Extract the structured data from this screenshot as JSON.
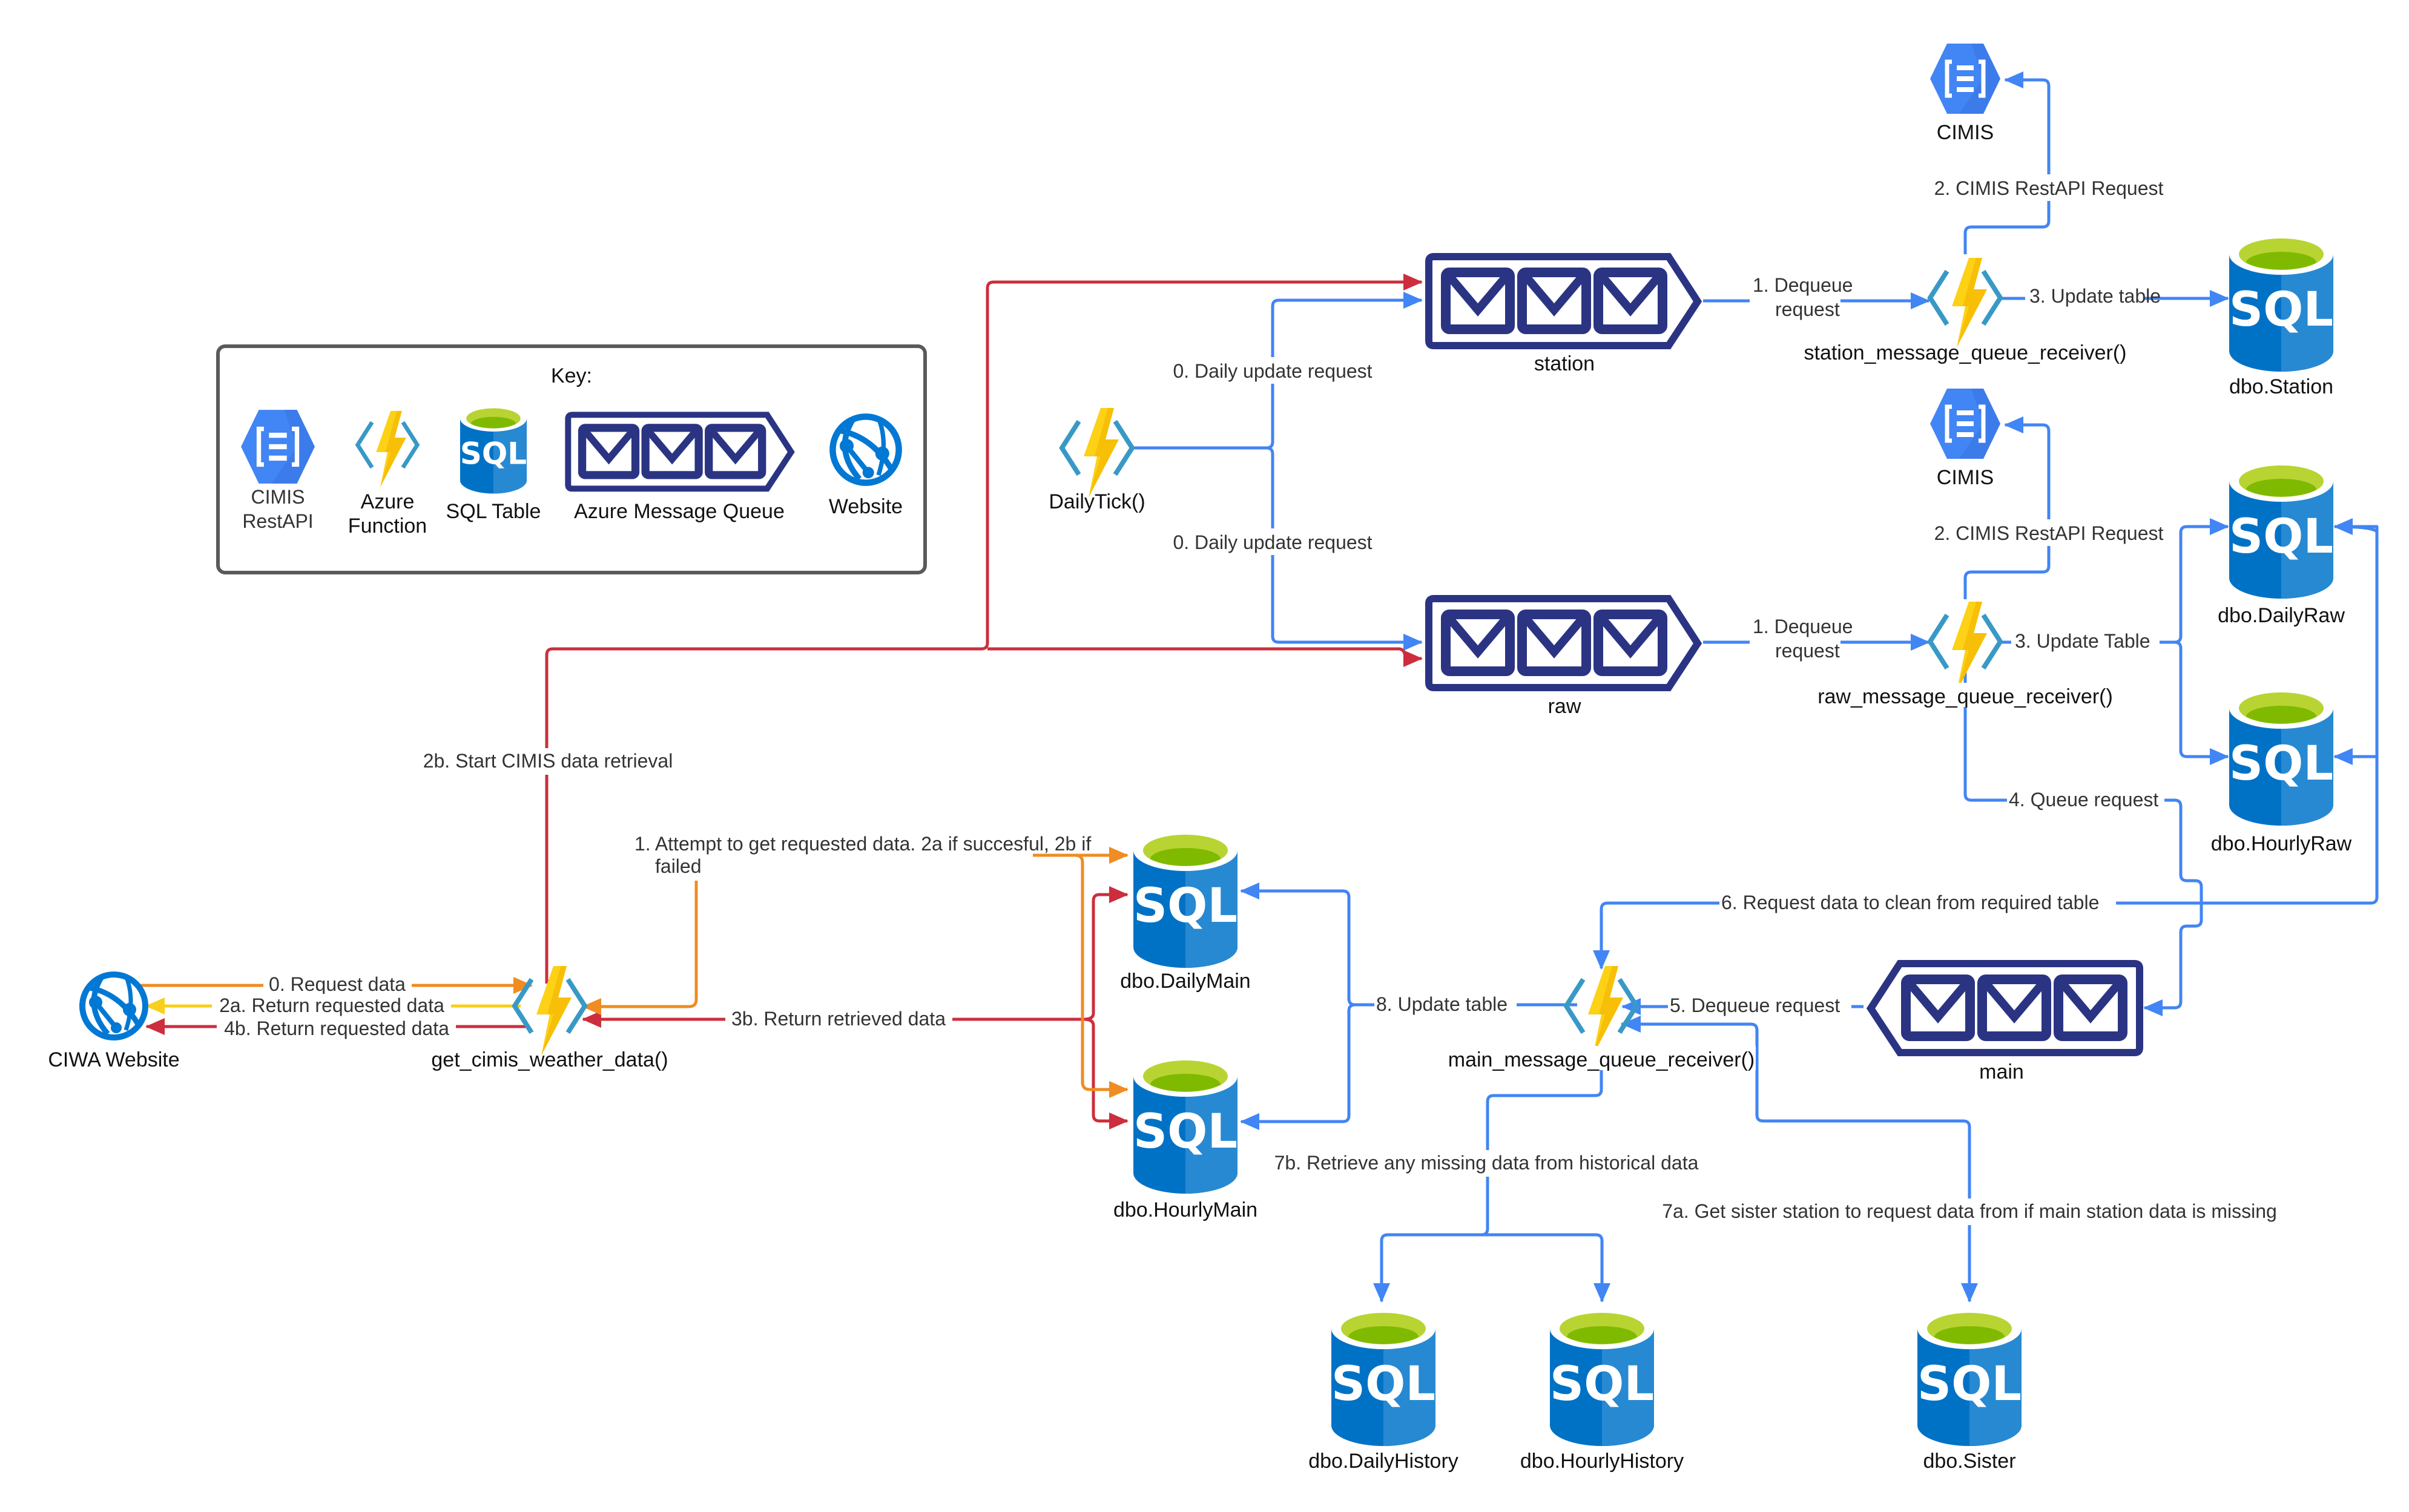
{
  "colors": {
    "blue_edge": "#4285f4",
    "red_edge": "#cc2e3d",
    "orange_edge": "#ef8c22",
    "yellow_edge": "#f8cf1b",
    "queue_navy": "#2b3483",
    "sql_blue_dark": "#0072c6",
    "sql_blue_light": "#2789d2",
    "sql_top_green": "#b8d432",
    "cimis_blue": "#4285f4",
    "func_bolt": "#fcd116",
    "func_bracket": "#3999c6",
    "website_blue": "#0078d4"
  },
  "key": {
    "title": "Key:",
    "items": [
      {
        "icon": "cimis-hexagon-icon",
        "label_lines": [
          "CIMIS",
          "RestAPI"
        ]
      },
      {
        "icon": "azure-function-icon",
        "label_lines": [
          "Azure",
          "Function"
        ]
      },
      {
        "icon": "sql-table-icon",
        "label_lines": [
          "SQL Table"
        ]
      },
      {
        "icon": "message-queue-icon",
        "label_lines": [
          "Azure Message Queue"
        ]
      },
      {
        "icon": "website-globe-icon",
        "label_lines": [
          "Website"
        ]
      }
    ]
  },
  "nodes": {
    "cimis_top": {
      "label": "CIMIS",
      "type": "cimis"
    },
    "cimis_mid": {
      "label": "CIMIS",
      "type": "cimis"
    },
    "station_func": {
      "label": "station_message_queue_receiver()",
      "type": "function"
    },
    "raw_func": {
      "label": "raw_message_queue_receiver()",
      "type": "function"
    },
    "main_func": {
      "label": "main_message_queue_receiver()",
      "type": "function"
    },
    "daily_tick": {
      "label": "DailyTick()",
      "type": "function"
    },
    "get_cimis": {
      "label": "get_cimis_weather_data()",
      "type": "function"
    },
    "station_queue": {
      "label": "station",
      "type": "queue"
    },
    "raw_queue": {
      "label": "raw",
      "type": "queue"
    },
    "main_queue": {
      "label": "main",
      "type": "queue"
    },
    "ciwa_website": {
      "label": "CIWA Website",
      "type": "website"
    },
    "dbo_station": {
      "label": "dbo.Station",
      "type": "sql"
    },
    "dbo_dailyraw": {
      "label": "dbo.DailyRaw",
      "type": "sql"
    },
    "dbo_hourlyraw": {
      "label": "dbo.HourlyRaw",
      "type": "sql"
    },
    "dbo_dailymain": {
      "label": "dbo.DailyMain",
      "type": "sql"
    },
    "dbo_hourlymain": {
      "label": "dbo.HourlyMain",
      "type": "sql"
    },
    "dbo_dailyhistory": {
      "label": "dbo.DailyHistory",
      "type": "sql"
    },
    "dbo_hourlyhistory": {
      "label": "dbo.HourlyHistory",
      "type": "sql"
    },
    "dbo_sister": {
      "label": "dbo.Sister",
      "type": "sql"
    }
  },
  "edges": {
    "station_cimis_request": "2. CIMIS RestAPI Request",
    "station_dequeue_1": "1. Dequeue",
    "station_dequeue_2": "request",
    "station_update": "3. Update table",
    "daily_update_station": "0. Daily update request",
    "daily_update_raw": "0. Daily update request",
    "raw_cimis_request": "2. CIMIS RestAPI Request",
    "raw_dequeue_1": "1. Dequeue",
    "raw_dequeue_2": "request",
    "raw_update": "3. Update Table",
    "raw_queue_request": "4. Queue request",
    "start_cimis_retrieval": "2b. Start CIMIS data retrieval",
    "attempt_get_1": "1. Attempt to get requested data. 2a if succesful, 2b if",
    "attempt_get_2": "failed",
    "request_data": "0. Request data",
    "return_2a": "2a. Return requested data",
    "return_4b": "4b. Return requested data",
    "return_3b": "3b. Return retrieved data",
    "request_clean": "6. Request data to clean from required table",
    "update_main": "8. Update table",
    "dequeue_main": "5. Dequeue request",
    "retrieve_history": "7b. Retrieve any missing data from historical data",
    "get_sister": "7a. Get sister station to request data from if main station data is missing"
  }
}
